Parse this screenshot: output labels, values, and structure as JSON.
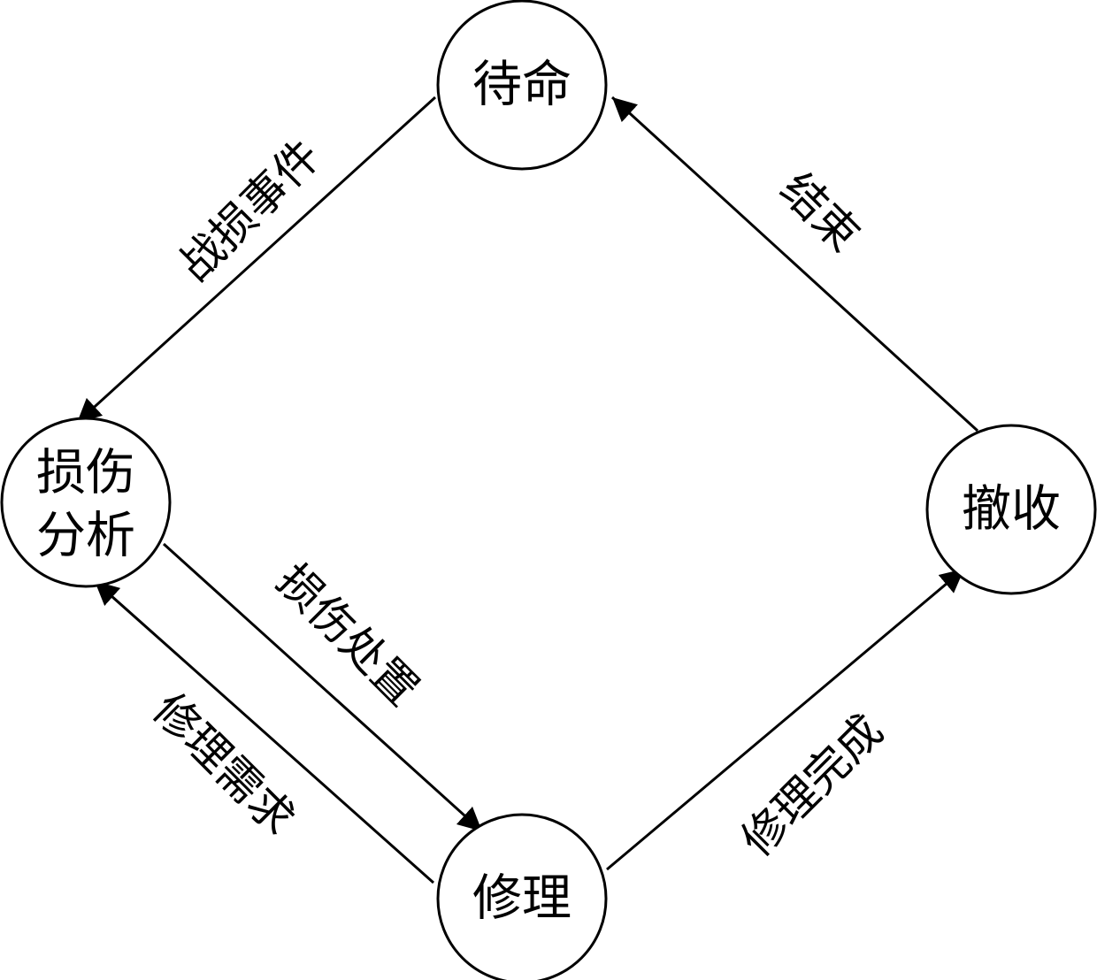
{
  "nodes": {
    "standby": "待命",
    "damage_analysis_line1": "损伤",
    "damage_analysis_line2": "分析",
    "repair": "修理",
    "withdraw": "撤收"
  },
  "edges": {
    "battle_damage_event": "战损事件",
    "damage_disposal": "损伤处置",
    "repair_demand": "修理需求",
    "repair_complete": "修理完成",
    "end": "结束"
  }
}
